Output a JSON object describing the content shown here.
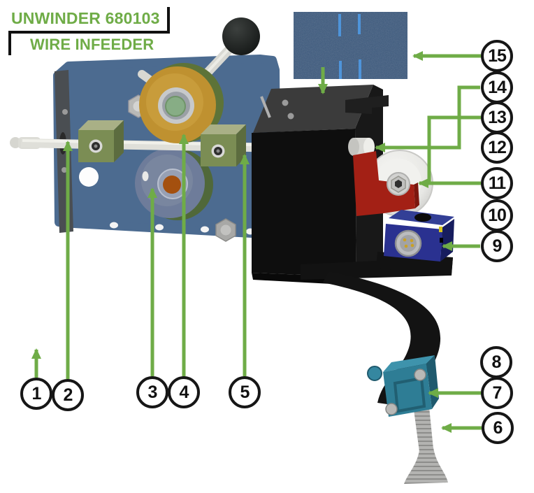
{
  "title": {
    "line1": "UNWINDER 680103",
    "line2": "WIRE INFEEDER"
  },
  "callouts": [
    {
      "number": "1"
    },
    {
      "number": "2"
    },
    {
      "number": "3"
    },
    {
      "number": "4"
    },
    {
      "number": "5"
    },
    {
      "number": "6"
    },
    {
      "number": "7"
    },
    {
      "number": "8"
    },
    {
      "number": "9"
    },
    {
      "number": "10"
    },
    {
      "number": "11"
    },
    {
      "number": "12"
    },
    {
      "number": "13"
    },
    {
      "number": "14"
    },
    {
      "number": "15"
    }
  ],
  "colors": {
    "accent_green": "#6fac47",
    "outline_black": "#161616",
    "plate_blue": "#4c6b90",
    "roller_yellow": "#bf9130",
    "roller_blue": "#6e7c9a",
    "hub_green": "#87ad85",
    "core_orange": "#a4500f",
    "block_green": "#7b8d54",
    "housing_black": "#0e0e0e",
    "bracket_red": "#a32015",
    "pulley_white": "#e8e8e5",
    "sensor_navy": "#2a3190",
    "sensor_teal": "#2e7d95",
    "tube_gray": "#b3b3b1",
    "texture_blue": "#3d5a7e",
    "texture_tick_blue": "#4e94da"
  }
}
